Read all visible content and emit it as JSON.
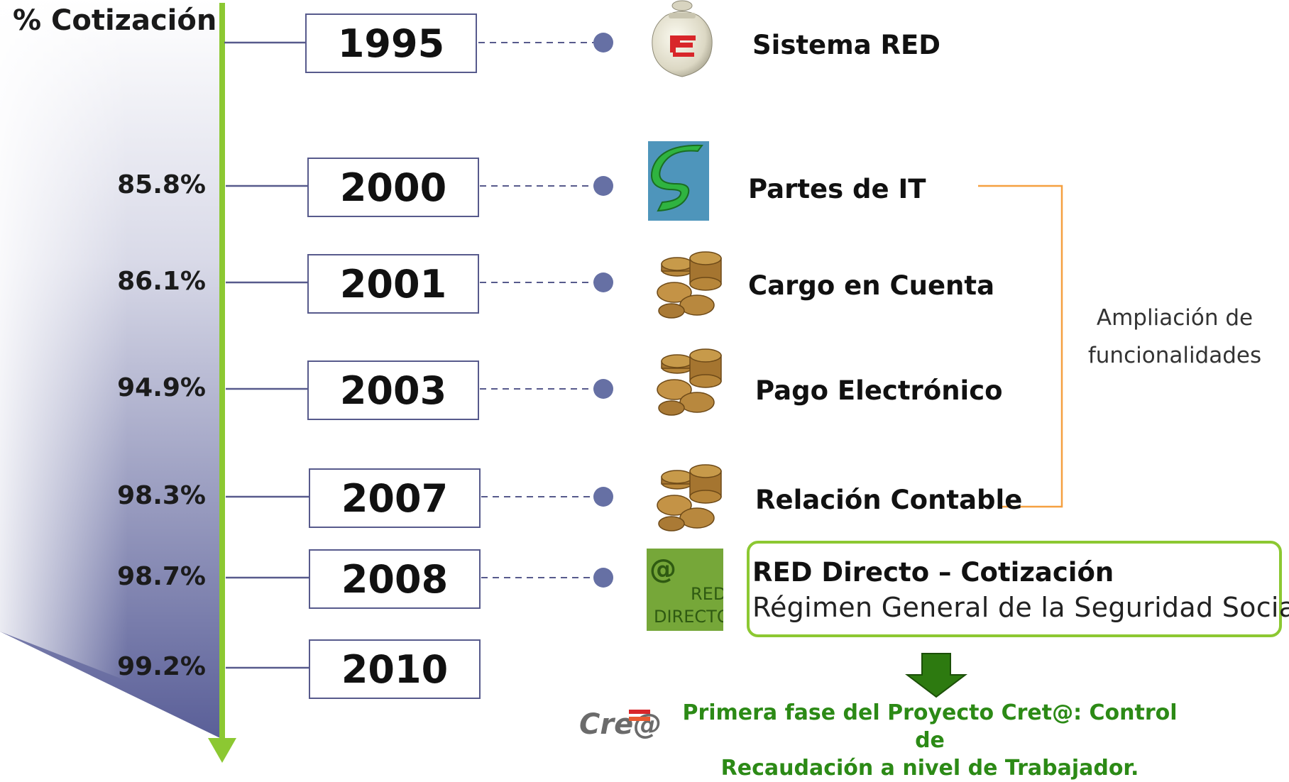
{
  "title": "% Cotización",
  "timeline": [
    {
      "year": "1995",
      "pct": "",
      "label": "Sistema RED",
      "icon": "jar-logo-icon"
    },
    {
      "year": "2000",
      "pct": "85.8%",
      "label": "Partes de IT",
      "icon": "green-s-logo-icon"
    },
    {
      "year": "2001",
      "pct": "86.1%",
      "label": "Cargo en Cuenta",
      "icon": "coins-icon"
    },
    {
      "year": "2003",
      "pct": "94.9%",
      "label": "Pago Electrónico",
      "icon": "coins-icon"
    },
    {
      "year": "2007",
      "pct": "98.3%",
      "label": "Relación Contable",
      "icon": "coins-icon"
    },
    {
      "year": "2008",
      "pct": "98.7%",
      "label": "RED Directo – Cotización",
      "icon": "red-directo-logo-icon"
    },
    {
      "year": "2010",
      "pct": "99.2%",
      "label": "",
      "icon": ""
    }
  ],
  "bracket_label": {
    "line1": "Ampliación de",
    "line2": "funcionalidades"
  },
  "red_directo": {
    "title": "RED Directo – Cotización",
    "subtitle": "Régimen General de la Seguridad Social",
    "logo_text1": "RED",
    "logo_text2": "DIRECTO"
  },
  "crea": {
    "logo": "Cre@",
    "line1": "Primera fase del Proyecto Cret@: Control de",
    "line2": "Recaudación a nivel de Trabajador."
  },
  "colors": {
    "timeline_green": "#8cc832",
    "connector_blue": "#575a8c",
    "dot": "#6670a4",
    "bracket_orange": "#f5a040",
    "arrow_green": "#2d7a10",
    "crea_text": "#2c8a16"
  }
}
